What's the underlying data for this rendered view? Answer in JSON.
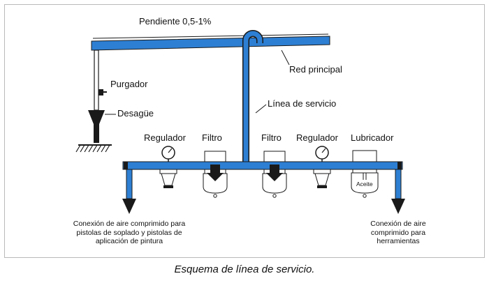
{
  "labels": {
    "slope": "Pendiente 0,5-1%",
    "main_line": "Red principal",
    "drain_valve": "Purgador",
    "drain": "Desagüe",
    "service_line": "Línea de servicio",
    "regulator_left": "Regulador",
    "filter_left": "Filtro",
    "filter_right": "Filtro",
    "regulator_right": "Regulador",
    "lubricator": "Lubricador",
    "oil": "Aceite"
  },
  "notes": {
    "left_line1": "Conexión de aire comprimido para",
    "left_line2": "pistolas de soplado y pistolas de",
    "left_line3": "aplicación de pintura",
    "right_line1": "Conexión de aire",
    "right_line2": "comprimido para",
    "right_line3": "herramientas"
  },
  "caption": "Esquema de línea de servicio.",
  "colors": {
    "pipe": "#2d7fd3",
    "outline": "#1a1a1a"
  }
}
